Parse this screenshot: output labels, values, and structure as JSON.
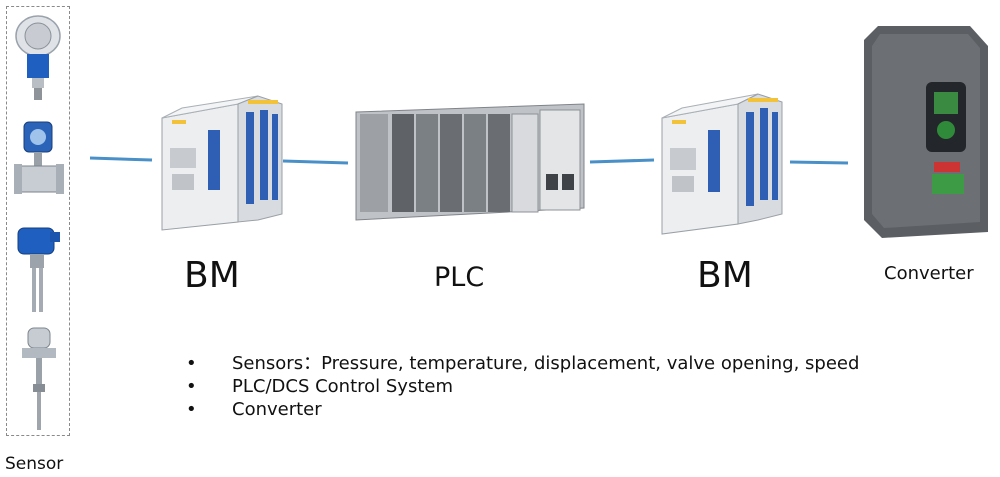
{
  "labels": {
    "sensor": "Sensor",
    "bm_left": "BM",
    "plc": "PLC",
    "bm_right": "BM",
    "converter": "Converter"
  },
  "bullets": [
    {
      "marker": "•",
      "text": "Sensors：Pressure, temperature, displacement, valve opening, speed"
    },
    {
      "marker": "•",
      "text": "PLC/DCS Control System"
    },
    {
      "marker": "•",
      "text": "Converter"
    }
  ],
  "colors": {
    "link_line": "#4a90c8",
    "sensor_blue": "#1f5fbf",
    "module_blue": "#2e5fb5",
    "module_yellow": "#f2c23a",
    "plc_gray": "#8c9096",
    "converter_green": "#2f8a3a"
  },
  "icons": [
    "pressure-transmitter-icon",
    "flow-meter-icon",
    "level-switch-icon",
    "temperature-sensor-icon",
    "isolator-module-icon",
    "plc-rack-icon",
    "frequency-converter-icon"
  ]
}
